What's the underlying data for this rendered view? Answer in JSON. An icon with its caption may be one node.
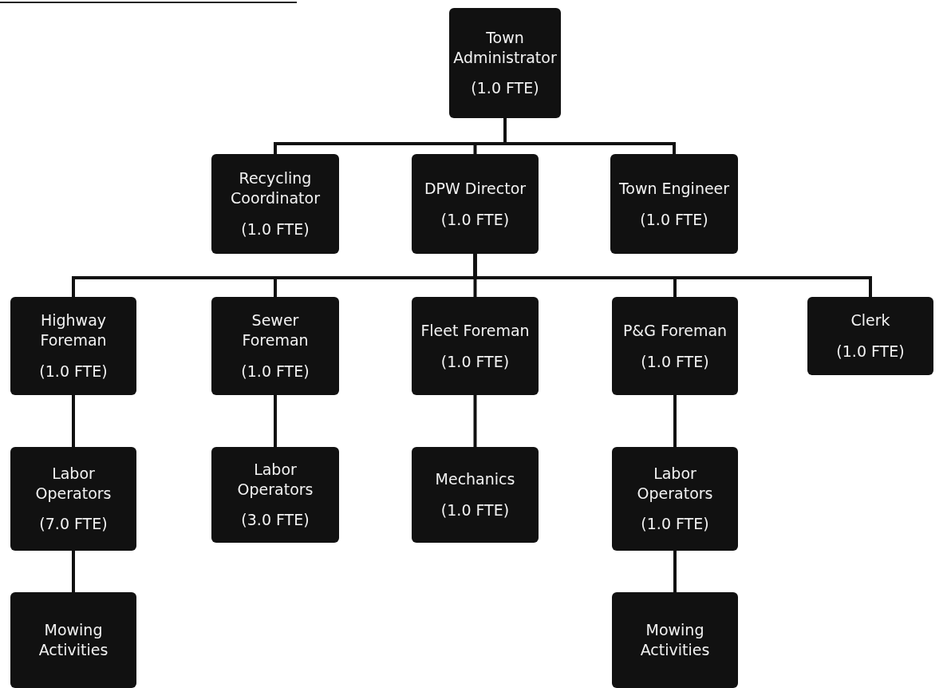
{
  "diagram": {
    "nodes": [
      {
        "text": [
          "Town Administrator",
          "(1.0 FTE)"
        ]
      },
      {
        "text": [
          "Recycling Coordinator",
          "(1.0 FTE)"
        ]
      },
      {
        "text": [
          "DPW Director",
          "(1.0 FTE)"
        ]
      },
      {
        "text": [
          "Town Engineer",
          "(1.0 FTE)"
        ]
      },
      {
        "text": [
          "Highway Foreman",
          "(1.0 FTE)"
        ]
      },
      {
        "text": [
          "Sewer Foreman",
          "(1.0 FTE)"
        ]
      },
      {
        "text": [
          "Fleet Foreman",
          "(1.0 FTE)"
        ]
      },
      {
        "text": [
          "P&G Foreman",
          "(1.0 FTE)"
        ]
      },
      {
        "text": [
          "Clerk",
          "(1.0 FTE)"
        ]
      },
      {
        "text": [
          "Labor Operators",
          "(7.0 FTE)"
        ]
      },
      {
        "text": [
          "Labor Operators",
          "(3.0 FTE)"
        ]
      },
      {
        "text": [
          "Mechanics",
          "(1.0 FTE)"
        ]
      },
      {
        "text": [
          "Labor Operators",
          "(1.0 FTE)"
        ]
      },
      {
        "text": [
          "Mowing Activities"
        ]
      },
      {
        "text": [
          "Mowing Activities"
        ]
      }
    ],
    "edges": [
      {
        "from": 0,
        "to": 1,
        "arrow": "none"
      },
      {
        "from": 0,
        "to": 2,
        "arrow": "none"
      },
      {
        "from": 0,
        "to": 3,
        "arrow": "none"
      },
      {
        "from": 2,
        "to": 4,
        "arrow": "none"
      },
      {
        "from": 2,
        "to": 5,
        "arrow": "none"
      },
      {
        "from": 2,
        "to": 6,
        "arrow": "none"
      },
      {
        "from": 2,
        "to": 7,
        "arrow": "none"
      },
      {
        "from": 2,
        "to": 8,
        "arrow": "none"
      },
      {
        "from": 4,
        "to": 9,
        "arrow": "none"
      },
      {
        "from": 5,
        "to": 10,
        "arrow": "none"
      },
      {
        "from": 6,
        "to": 11,
        "arrow": "none"
      },
      {
        "from": 7,
        "to": 12,
        "arrow": "none"
      },
      {
        "from": 9,
        "to": 13,
        "arrow": "none"
      },
      {
        "from": 12,
        "to": 14,
        "arrow": "none"
      }
    ]
  }
}
